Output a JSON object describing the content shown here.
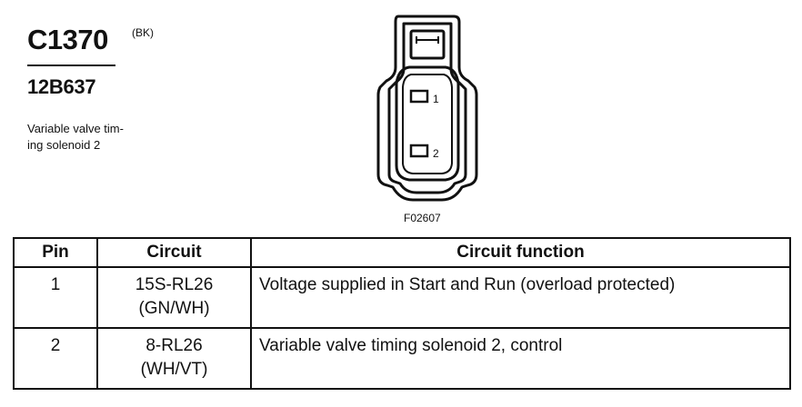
{
  "connector": {
    "id": "C1370",
    "color_code": "(BK)",
    "part_number": "12B637",
    "description_lines": [
      "Variable valve tim-",
      "ing solenoid 2"
    ]
  },
  "diagram": {
    "pin_labels": [
      "1",
      "2"
    ],
    "figure_code": "F02607"
  },
  "table": {
    "headers": [
      "Pin",
      "Circuit",
      "Circuit function"
    ],
    "rows": [
      {
        "pin": "1",
        "circuit": "15S-RL26",
        "wire_color": "(GN/WH)",
        "function": "Voltage supplied in Start and Run (overload protected)"
      },
      {
        "pin": "2",
        "circuit": "8-RL26",
        "wire_color": "(WH/VT)",
        "function": "Variable valve timing solenoid 2, control"
      }
    ]
  }
}
